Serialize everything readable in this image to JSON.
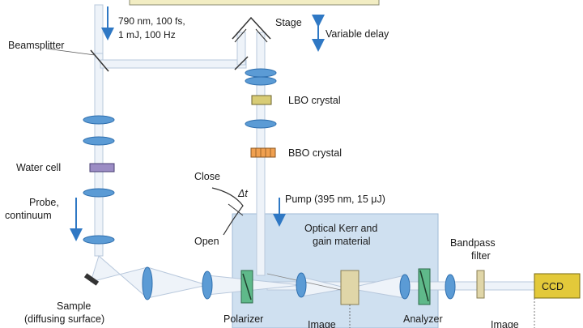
{
  "laser": {
    "spec_line1": "790 nm, 100 fs,",
    "spec_line2": "1 mJ, 100 Hz"
  },
  "labels": {
    "beamsplitter": "Beamsplitter",
    "stage": "Stage",
    "variable_delay": "Variable delay",
    "lbo_crystal": "LBO crystal",
    "bbo_crystal": "BBO crystal",
    "water_cell": "Water cell",
    "probe_line1": "Probe,",
    "probe_line2": "continuum",
    "close": "Close",
    "delta_t": "Δt",
    "open": "Open",
    "pump": "Pump (395 nm, 15 μJ)",
    "kerr_line1": "Optical Kerr and",
    "kerr_line2": "gain material",
    "bandpass_line1": "Bandpass",
    "bandpass_line2": "filter",
    "ccd": "CCD",
    "sample_line1": "Sample",
    "sample_line2": "(diffusing surface)",
    "polarizer": "Polarizer",
    "image_left": "Image",
    "analyzer": "Analyzer",
    "image_right": "Image"
  },
  "colors": {
    "beam": "#eef3f9",
    "beam_edge": "#b8c8dc",
    "lens_fill": "#5b9bd5",
    "lens_edge": "#2f6fae",
    "arrow": "#2f78c4",
    "kerr_box": "#cfe0f0",
    "laser_box": "#f2edc3",
    "lbo": "#d8cc76",
    "bbo": "#f0a050",
    "water_cell": "#9b8cc4",
    "polarizer": "#5fb98a",
    "gain_material": "#e0d6a8",
    "ccd": "#e3c93a"
  }
}
